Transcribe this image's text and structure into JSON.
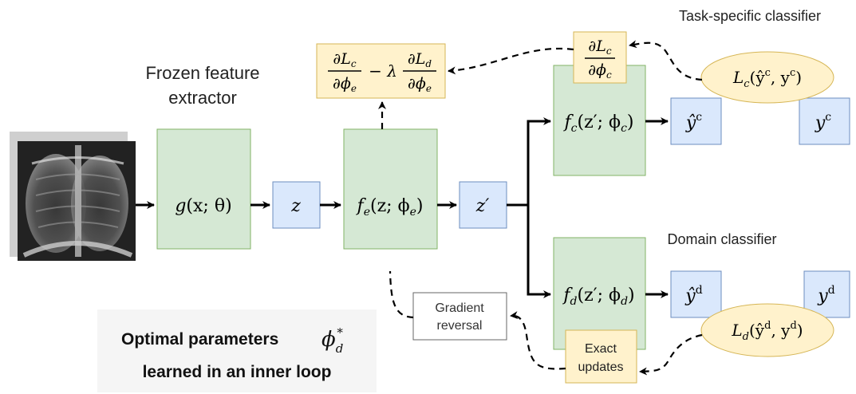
{
  "labels": {
    "frozen_line1": "Frozen feature",
    "frozen_line2": "extractor",
    "task_classifier": "Task-specific classifier",
    "domain_classifier": "Domain classifier",
    "gradient_line1": "Gradient",
    "gradient_line2": "reversal",
    "exact_line1": "Exact",
    "exact_line2": "updates",
    "optimal_line1": "Optimal parameters",
    "optimal_line2": "learned in an inner loop"
  },
  "nodes": {
    "g": {
      "f": "g",
      "args": "(x; θ)"
    },
    "z": "z",
    "fe": {
      "f": "f",
      "sub": "e",
      "args": "(z; ϕ",
      "argsub": "e",
      "close": ")"
    },
    "zp": "z′",
    "fc": {
      "f": "f",
      "sub": "c",
      "args": "(z′; ϕ",
      "argsub": "c",
      "close": ")"
    },
    "fd": {
      "f": "f",
      "sub": "d",
      "args": "(z′; ϕ",
      "argsub": "d",
      "close": ")"
    },
    "yhat_c": {
      "base": "ŷ",
      "sup": "c"
    },
    "y_c": {
      "base": "y",
      "sup": "c"
    },
    "yhat_d": {
      "base": "ŷ",
      "sup": "d"
    },
    "y_d": {
      "base": "y",
      "sup": "d"
    },
    "loss_c": {
      "base": "L",
      "sub": "c",
      "open": "(ŷ",
      "sup1": "c",
      "mid": ", y",
      "sup2": "c",
      "close": ")"
    },
    "loss_d": {
      "base": "L",
      "sub": "d",
      "open": "(ŷ",
      "sup1": "d",
      "mid": ", y",
      "sup2": "d",
      "close": ")"
    }
  },
  "formulas": {
    "grad_c": {
      "num": "∂L",
      "num_sub": "c",
      "den": "∂ϕ",
      "den_sub": "c"
    },
    "grad_e": {
      "num1": "∂L",
      "num1_sub": "c",
      "den1": "∂ϕ",
      "den1_sub": "e",
      "op": "− λ",
      "num2": "∂L",
      "num2_sub": "d",
      "den2": "∂ϕ",
      "den2_sub": "e"
    },
    "optimal_symbol": {
      "base": "ϕ",
      "sub": "d",
      "sup": "*"
    }
  },
  "colors": {
    "green_fill": "#d5e8d4",
    "green_stroke": "#82b366",
    "blue_fill": "#dae8fc",
    "blue_stroke": "#6c8ebf",
    "yellow_fill": "#fff2cc",
    "yellow_stroke": "#d6b656",
    "note_fill": "#f5f5f5"
  }
}
